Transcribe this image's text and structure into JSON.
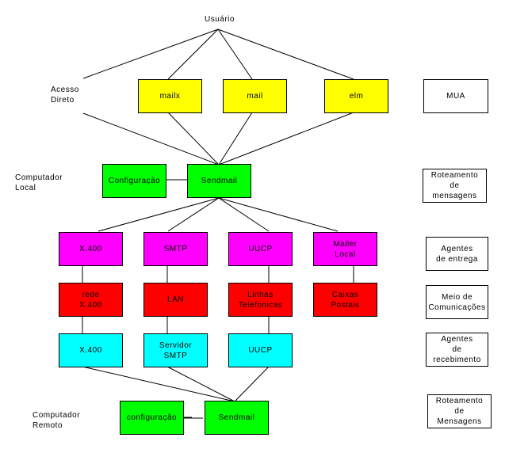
{
  "title": "Usuário",
  "left_labels": {
    "direct_access": "Acesso\nDireto",
    "local_computer": "Computador\nLocal",
    "remote_computer": "Computador\nRemoto"
  },
  "mua": [
    {
      "label": "mailx"
    },
    {
      "label": "mail"
    },
    {
      "label": "elm"
    }
  ],
  "local": {
    "config": "Configuração",
    "sendmail": "Sendmail"
  },
  "delivery_agents": [
    {
      "label": "X.400"
    },
    {
      "label": "SMTP"
    },
    {
      "label": "UUCP"
    },
    {
      "label": "Mailer\nLocal"
    }
  ],
  "media": [
    {
      "label": "rede\nX.400"
    },
    {
      "label": "LAN"
    },
    {
      "label": "Linhas\nTelefonicas"
    },
    {
      "label": "Caixas\nPostais"
    }
  ],
  "receiving_agents": [
    {
      "label": "X.400"
    },
    {
      "label": "Servidor\nSMTP"
    },
    {
      "label": "UUCP"
    }
  ],
  "remote": {
    "config": "configuração",
    "sendmail": "Sendmail"
  },
  "legend": [
    {
      "label": "MUA"
    },
    {
      "label": "Roteamento\nde\nmensagens"
    },
    {
      "label": "Agentes\nde entrega"
    },
    {
      "label": "Meio de\nComunicações"
    },
    {
      "label": "Agentes\nde\nrecebimento"
    },
    {
      "label": "Roteamento\nde\nMensagens"
    }
  ],
  "colors": {
    "mua": "#ffff00",
    "mta": "#00ff00",
    "delivery": "#ff00ff",
    "media": "#ff0000",
    "receiving": "#00ffff"
  }
}
